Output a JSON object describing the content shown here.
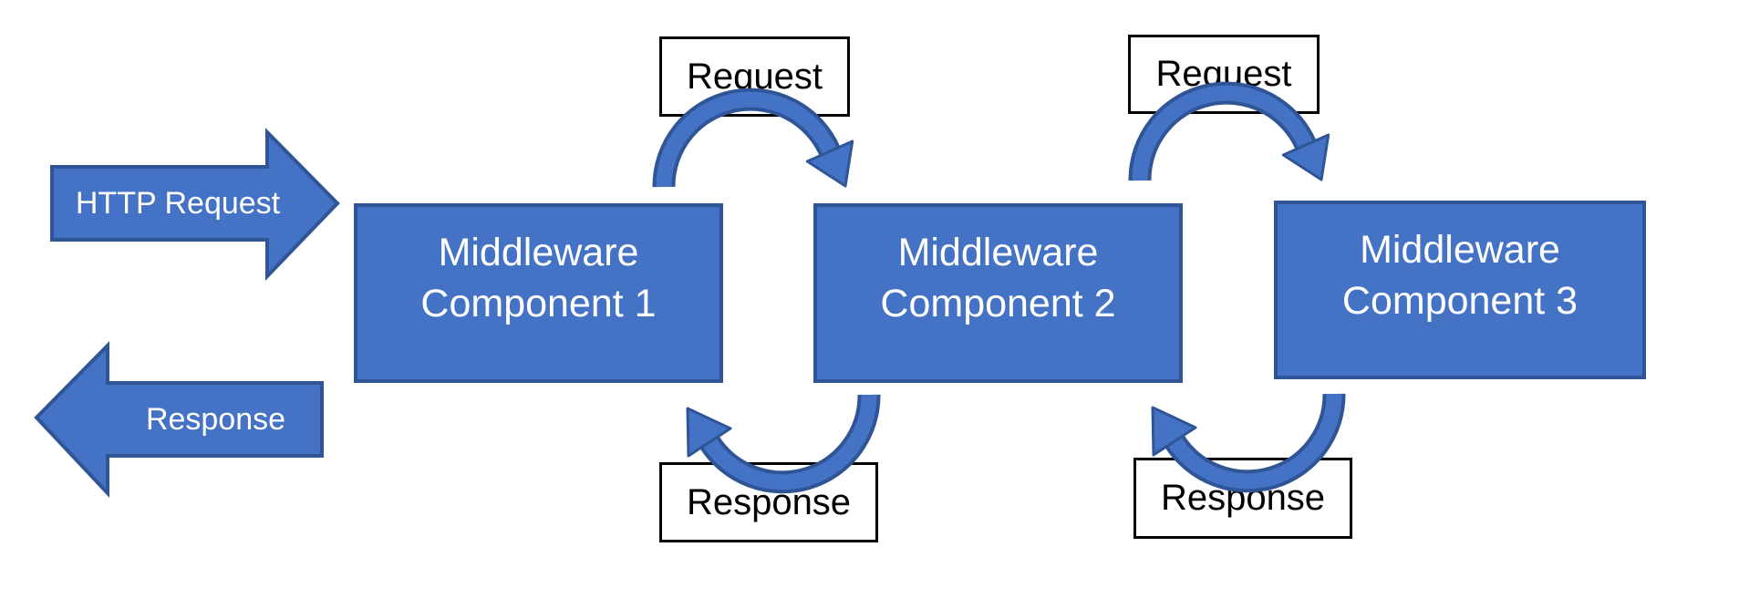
{
  "diagram": {
    "colors": {
      "shape-fill": "#4472c4",
      "shape-border": "#2f5597",
      "label-border": "#000000",
      "label-text": "#000000",
      "shape-text": "#ffffff",
      "background": "#ffffff"
    },
    "input_arrow": {
      "label": "HTTP Request"
    },
    "output_arrow": {
      "label": "Response"
    },
    "components": [
      {
        "line1": "Middleware",
        "line2": "Component 1"
      },
      {
        "line1": "Middleware",
        "line2": "Component 2"
      },
      {
        "line1": "Middleware",
        "line2": "Component 3"
      }
    ],
    "flow_labels": [
      {
        "text": "Request"
      },
      {
        "text": "Request"
      },
      {
        "text": "Response"
      },
      {
        "text": "Response"
      }
    ]
  }
}
